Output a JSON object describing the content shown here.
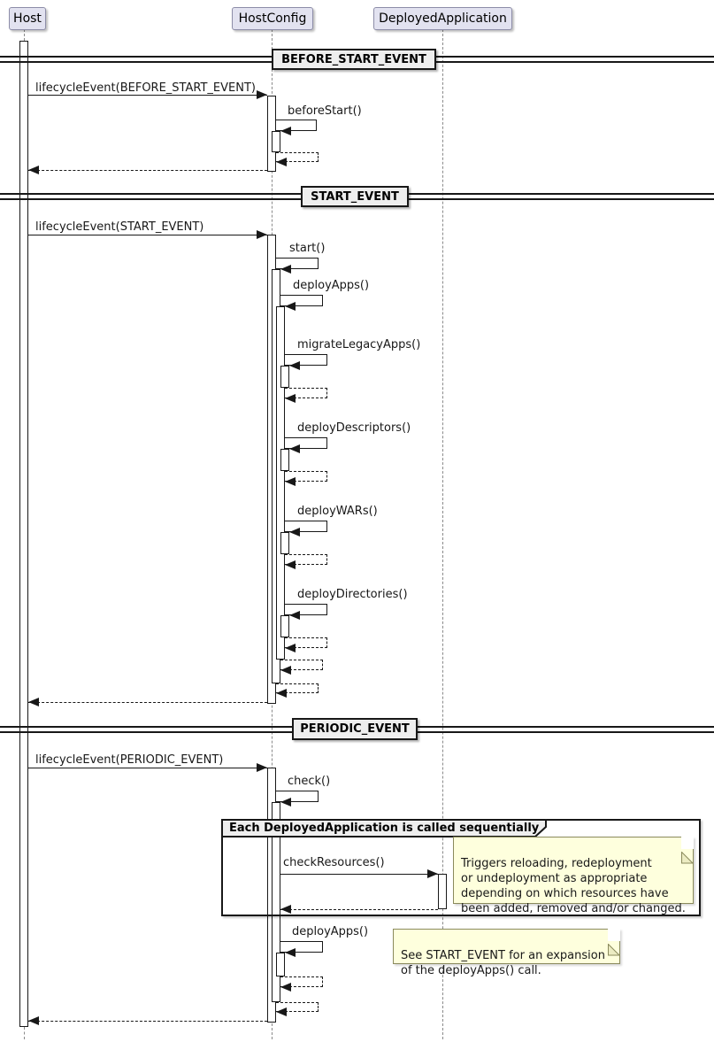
{
  "diagram": {
    "participants": [
      {
        "name": "Host"
      },
      {
        "name": "HostConfig"
      },
      {
        "name": "DeployedApplication"
      }
    ],
    "dividers": [
      {
        "label": "BEFORE_START_EVENT"
      },
      {
        "label": "START_EVENT"
      },
      {
        "label": "PERIODIC_EVENT"
      }
    ],
    "messages": {
      "lifecycle_before_start": "lifecycleEvent(BEFORE_START_EVENT)",
      "before_start": "beforeStart()",
      "lifecycle_start": "lifecycleEvent(START_EVENT)",
      "start": "start()",
      "deploy_apps": "deployApps()",
      "migrate_legacy_apps": "migrateLegacyApps()",
      "deploy_descriptors": "deployDescriptors()",
      "deploy_wars": "deployWARs()",
      "deploy_directories": "deployDirectories()",
      "lifecycle_periodic": "lifecycleEvent(PERIODIC_EVENT)",
      "check": "check()",
      "check_resources": "checkResources()",
      "deploy_apps_periodic": "deployApps()"
    },
    "group": {
      "label": "Each DeployedApplication is called sequentially"
    },
    "notes": {
      "check_resources_note": "Triggers reloading, redeployment\nor undeployment as appropriate\ndepending on which resources have\nbeen added, removed and/or changed.",
      "deploy_apps_note": "See START_EVENT for an expansion\nof the deployApps() call."
    },
    "colors": {
      "participant_fill": "#E2E2F0",
      "divider_fill": "#EEEEEE",
      "note_fill": "#FEFFDD",
      "line": "#181818"
    }
  }
}
